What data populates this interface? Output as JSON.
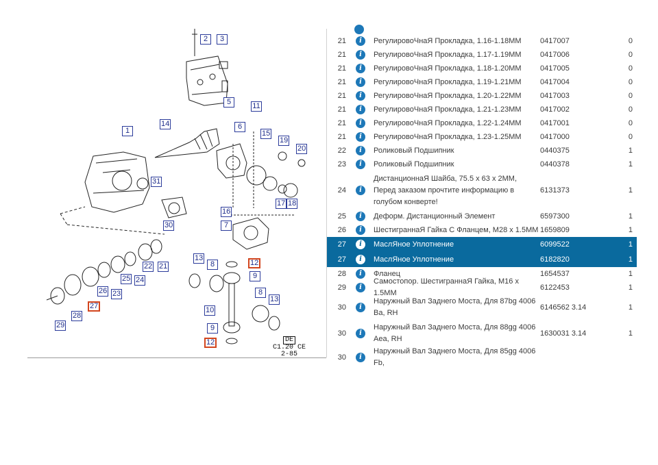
{
  "diagram": {
    "callouts": [
      "1",
      "2",
      "3",
      "5",
      "6",
      "7",
      "8",
      "8",
      "9",
      "9",
      "10",
      "11",
      "12",
      "12",
      "13",
      "13",
      "14",
      "15",
      "16",
      "17",
      "18",
      "19",
      "20",
      "21",
      "22",
      "23",
      "24",
      "25",
      "26",
      "27",
      "28",
      "29",
      "30",
      "31"
    ],
    "stamp": {
      "line1": "DE",
      "line2": "C1.20 CE",
      "line3": "2-85"
    }
  },
  "parts": {
    "rows": [
      {
        "num": "21",
        "desc": "РегулировоЧнаЯ Прокладка, 1.16-1.18ММ",
        "pn": "0417007",
        "qty": "0"
      },
      {
        "num": "21",
        "desc": "РегулировоЧнаЯ Прокладка, 1.17-1.19ММ",
        "pn": "0417006",
        "qty": "0"
      },
      {
        "num": "21",
        "desc": "РегулировоЧнаЯ Прокладка, 1.18-1.20ММ",
        "pn": "0417005",
        "qty": "0"
      },
      {
        "num": "21",
        "desc": "РегулировоЧнаЯ Прокладка, 1.19-1.21ММ",
        "pn": "0417004",
        "qty": "0"
      },
      {
        "num": "21",
        "desc": "РегулировоЧнаЯ Прокладка, 1.20-1.22ММ",
        "pn": "0417003",
        "qty": "0"
      },
      {
        "num": "21",
        "desc": "РегулировоЧнаЯ Прокладка, 1.21-1.23ММ",
        "pn": "0417002",
        "qty": "0"
      },
      {
        "num": "21",
        "desc": "РегулировоЧнаЯ Прокладка, 1.22-1.24ММ",
        "pn": "0417001",
        "qty": "0"
      },
      {
        "num": "21",
        "desc": "РегулировоЧнаЯ Прокладка, 1.23-1.25ММ",
        "pn": "0417000",
        "qty": "0"
      },
      {
        "num": "22",
        "desc": "Роликовый Подшипник",
        "pn": "0440375",
        "qty": "1"
      },
      {
        "num": "23",
        "desc": "Роликовый Подшипник",
        "pn": "0440378",
        "qty": "1"
      },
      {
        "num": "24",
        "desc": "ДистанционнаЯ Шайба, 75.5 x 63 x 2ММ, Перед заказом прочтите информацию в голубом конверте!",
        "pn": "6131373",
        "qty": "1"
      },
      {
        "num": "25",
        "desc": "Деформ. Дистанционный Элемент",
        "pn": "6597300",
        "qty": "1"
      },
      {
        "num": "26",
        "desc": "ШестиграннаЯ Гайка С Фланцем, M28 x 1.5ММ",
        "pn": "1659809",
        "qty": "1"
      },
      {
        "num": "27",
        "desc": "МаслЯное Уплотнение",
        "pn": "6099522",
        "qty": "1"
      },
      {
        "num": "27",
        "desc": "МаслЯное Уплотнение",
        "pn": "6182820",
        "qty": "1"
      },
      {
        "num": "28",
        "desc": "Фланец",
        "pn": "1654537",
        "qty": "1"
      },
      {
        "num": "29",
        "desc": "Самостопор. ШестиграннаЯ Гайка, M16 x 1.5ММ",
        "pn": "6122453",
        "qty": "1"
      },
      {
        "num": "30",
        "desc": "Наружный Вал Заднего Моста, Для 87bg 4006 Ba, RH",
        "pn": "6146562 3.14",
        "qty": "1"
      },
      {
        "num": "30",
        "desc": "Наружный Вал Заднего Моста, Для 88gg 4006 Aea, RH",
        "pn": "1630031 3.14",
        "qty": "1"
      },
      {
        "num": "30",
        "desc": "Наружный Вал Заднего Моста, Для 85gg 4006 Fb,",
        "pn": "",
        "qty": ""
      }
    ]
  },
  "colors": {
    "selected_row": "#0a6a9e",
    "info_icon": "#1d78b8",
    "callout_border": "#2a3a9a",
    "callout_highlight": "#d2451e"
  }
}
